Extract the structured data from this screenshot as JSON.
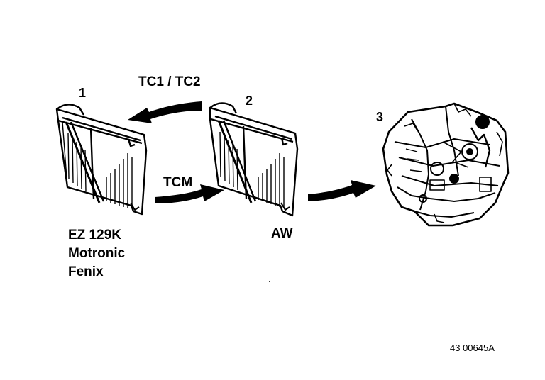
{
  "labels": {
    "item1": "1",
    "item2": "2",
    "item3": "3",
    "tc_signal": "TC1 / TC2",
    "tcm_signal": "TCM",
    "ecu1_line1": "EZ 129K",
    "ecu1_line2": "Motronic",
    "ecu1_line3": "Fenix",
    "ecu2_name": "AW",
    "ref_number": "43 00645A"
  }
}
